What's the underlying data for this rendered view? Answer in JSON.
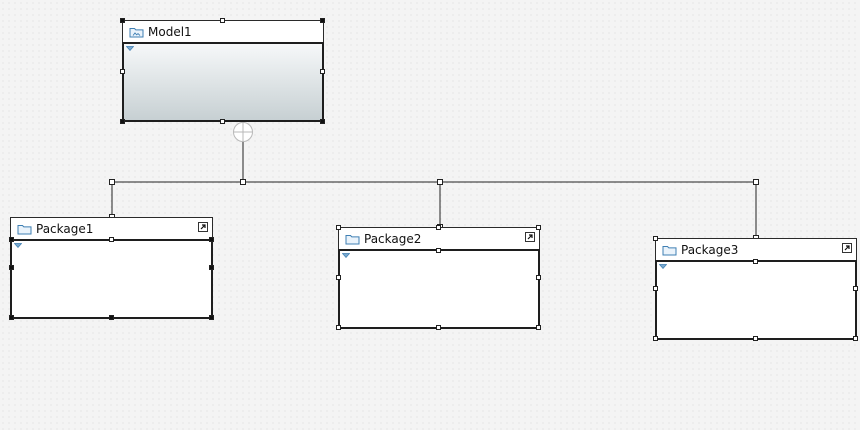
{
  "diagram": {
    "root": {
      "label": "Model1",
      "icon": "model-folder-icon"
    },
    "children": [
      {
        "label": "Package1",
        "icon": "package-folder-icon",
        "shortcut_icon": "shortcut-arrow-icon"
      },
      {
        "label": "Package2",
        "icon": "package-folder-icon",
        "shortcut_icon": "shortcut-arrow-icon"
      },
      {
        "label": "Package3",
        "icon": "package-folder-icon",
        "shortcut_icon": "shortcut-arrow-icon"
      }
    ],
    "colors": {
      "border": "#1e1e1e",
      "root_fill_top": "#f6f8f9",
      "root_fill_bottom": "#c7d0d3",
      "icon_blue": "#3f7fb3",
      "canvas": "#f4f4f4"
    }
  }
}
